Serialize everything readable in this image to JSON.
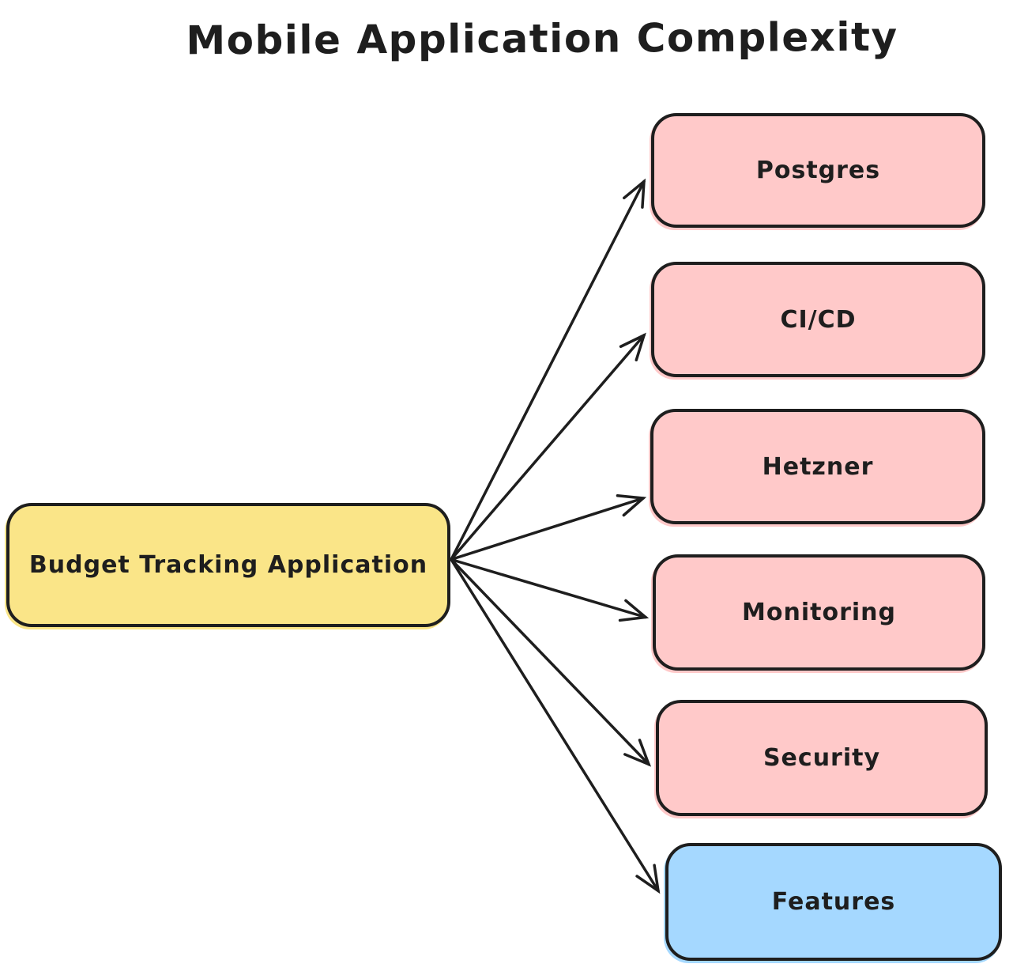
{
  "diagram": {
    "title": "Mobile Application Complexity",
    "root": {
      "id": "budget-app",
      "label": "Budget Tracking Application",
      "fill": "#FAE588"
    },
    "children": [
      {
        "id": "postgres",
        "label": "Postgres",
        "fill": "#FFC9C9"
      },
      {
        "id": "cicd",
        "label": "CI/CD",
        "fill": "#FFC9C9"
      },
      {
        "id": "hetzner",
        "label": "Hetzner",
        "fill": "#FFC9C9"
      },
      {
        "id": "monitoring",
        "label": "Monitoring",
        "fill": "#FFC9C9"
      },
      {
        "id": "security",
        "label": "Security",
        "fill": "#FFC9C9"
      },
      {
        "id": "features",
        "label": "Features",
        "fill": "#A5D8FF"
      }
    ],
    "edges": [
      {
        "from": "budget-app",
        "to": "postgres"
      },
      {
        "from": "budget-app",
        "to": "cicd"
      },
      {
        "from": "budget-app",
        "to": "hetzner"
      },
      {
        "from": "budget-app",
        "to": "monitoring"
      },
      {
        "from": "budget-app",
        "to": "security"
      },
      {
        "from": "budget-app",
        "to": "features"
      }
    ],
    "colors": {
      "stroke": "#1e1e1e",
      "background": "#ffffff",
      "root_fill": "#FAE588",
      "dependency_fill": "#FFC9C9",
      "features_fill": "#A5D8FF"
    }
  }
}
